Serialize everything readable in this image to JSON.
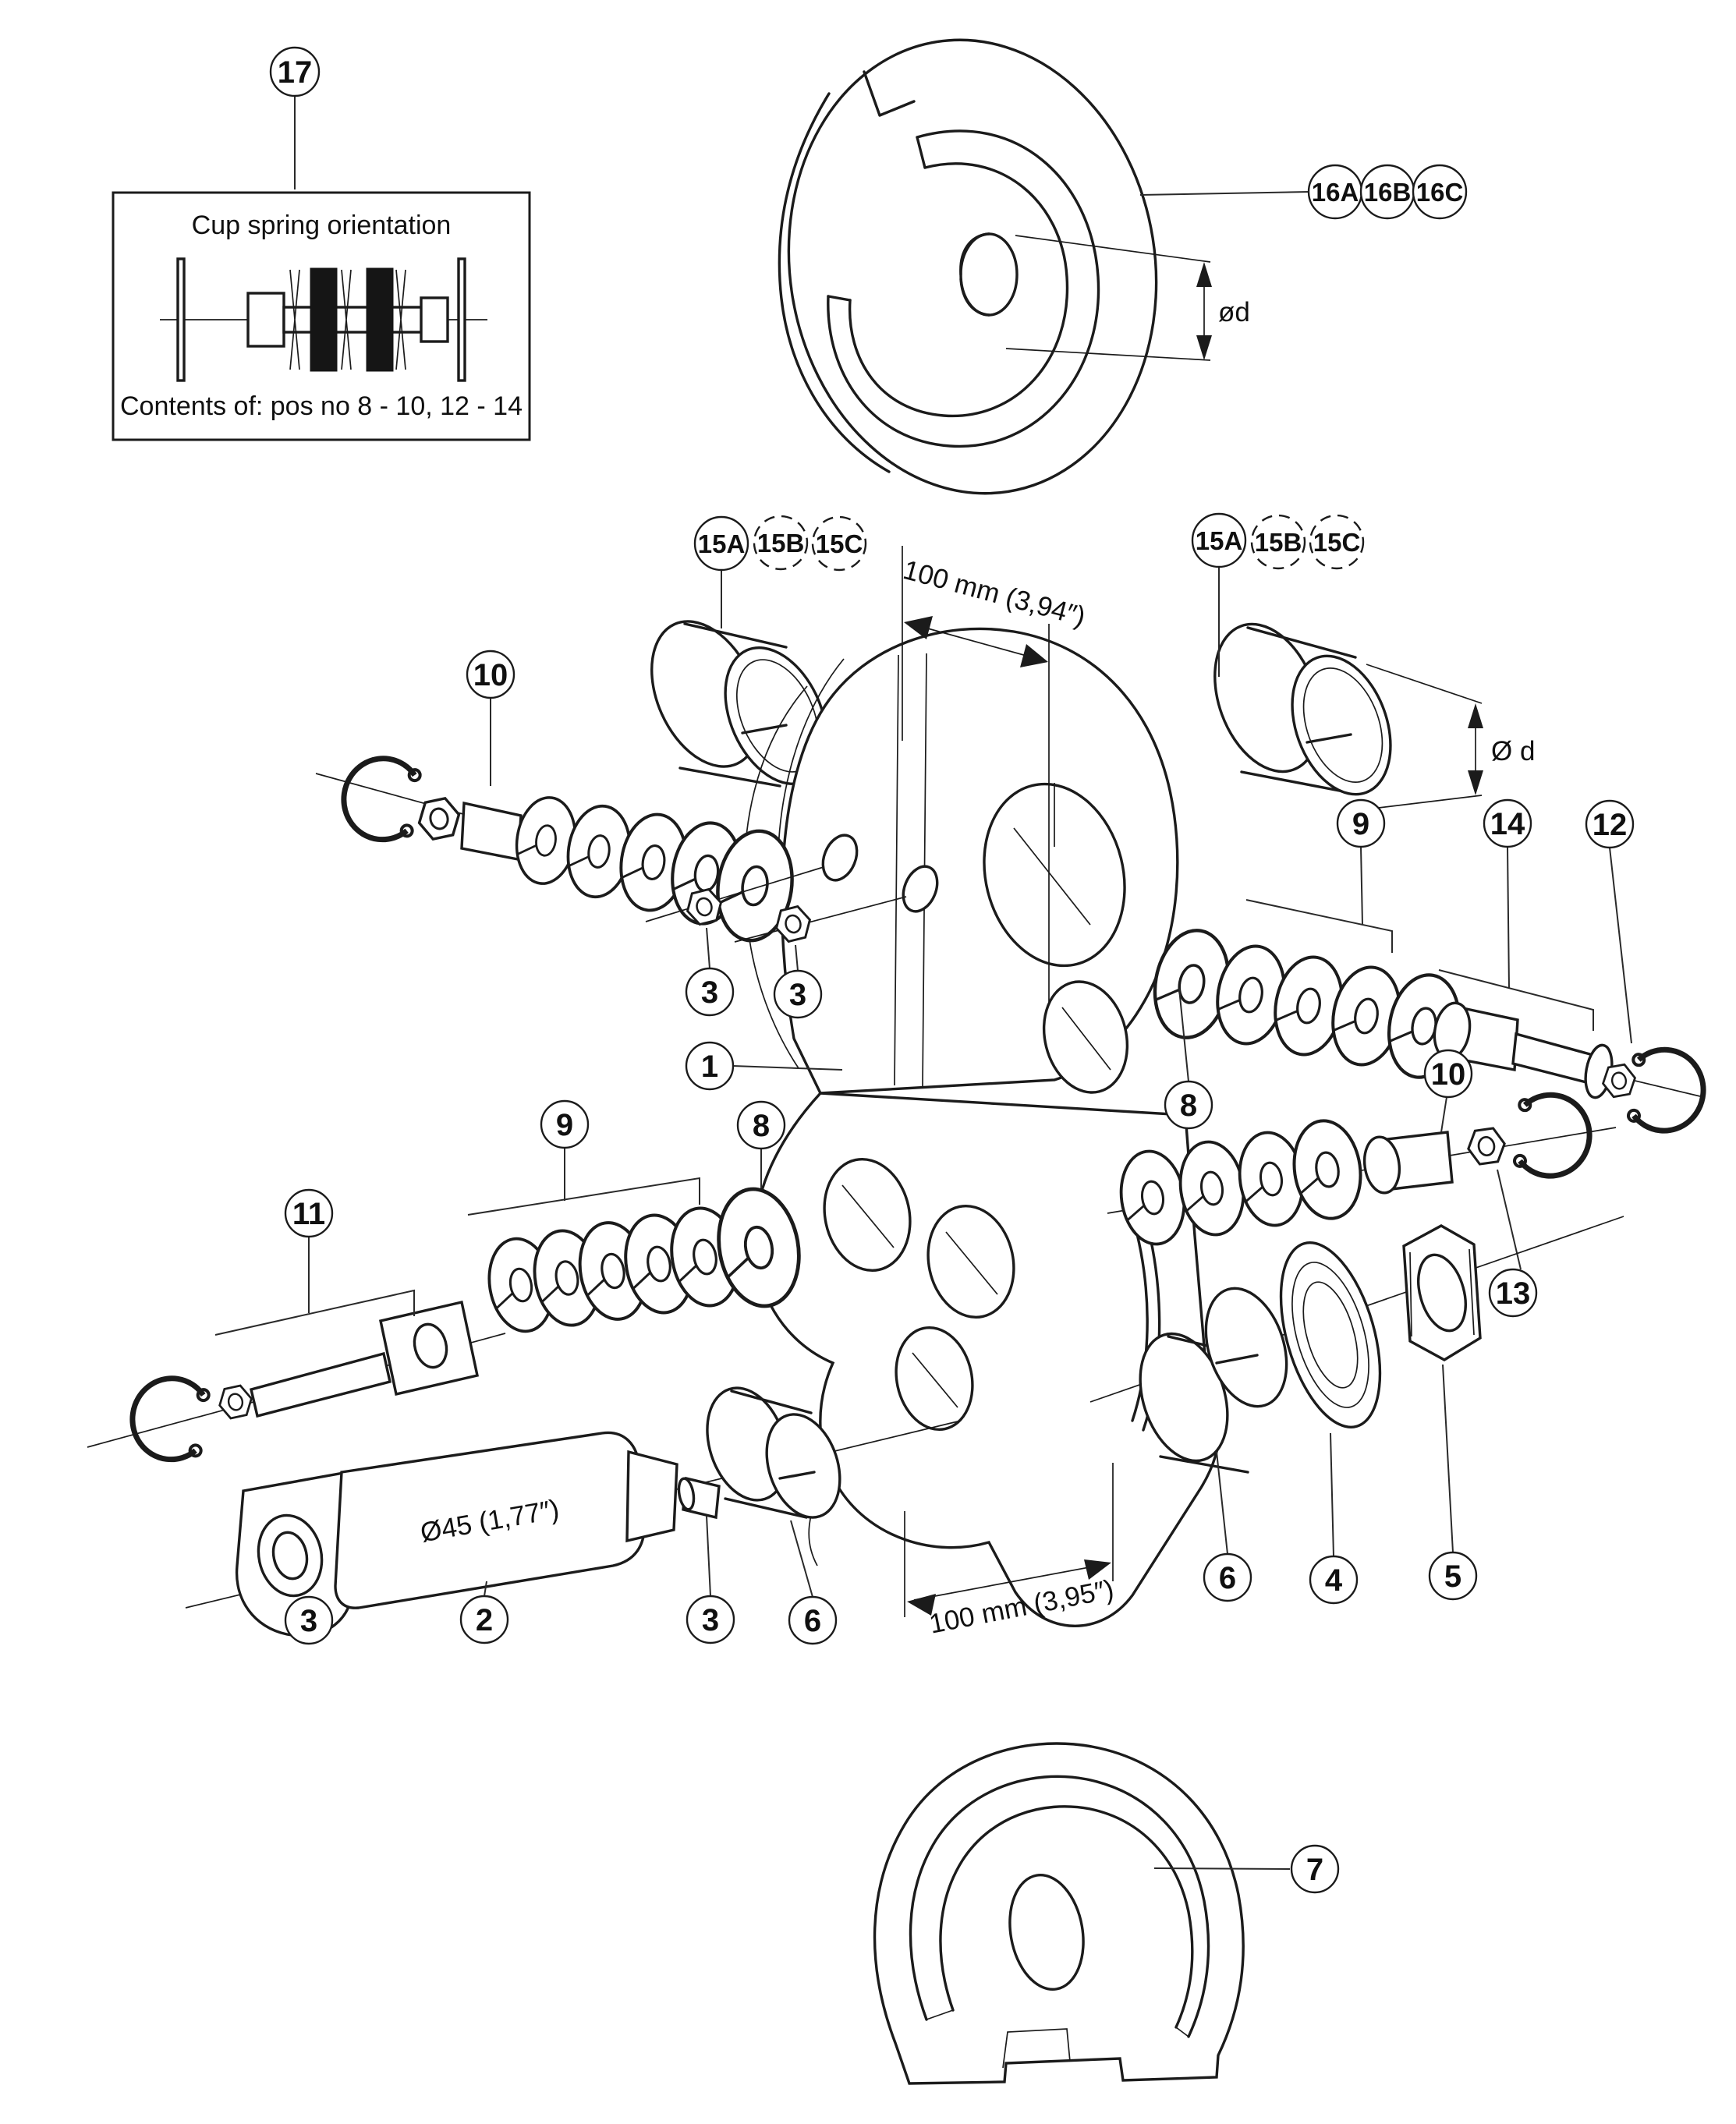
{
  "inset": {
    "balloon": "17",
    "title": "Cup spring orientation",
    "caption": "Contents of: pos no 8 - 10, 12 - 14"
  },
  "dims": {
    "disc_bore": "ød",
    "bushing_bore": "Ø d",
    "top_width": "100 mm (3,94″)",
    "bottom_width": "100 mm (3,95″)",
    "piston_dia": "Ø45 (1,77″)"
  },
  "callouts": {
    "n17": "17",
    "n16a": "16A",
    "n16b": "16B",
    "n16c": "16C",
    "n15a_l": "15A",
    "n15b_l": "15B",
    "n15c_l": "15C",
    "n15a_r": "15A",
    "n15b_r": "15B",
    "n15c_r": "15C",
    "n10_l": "10",
    "n3_a": "3",
    "n3_b": "3",
    "n1": "1",
    "n9_r": "9",
    "n14": "14",
    "n12": "12",
    "n8_r": "8",
    "n10_r": "10",
    "n13": "13",
    "n11": "11",
    "n9_l": "9",
    "n8_l": "8",
    "n3_c": "3",
    "n2": "2",
    "n3_d": "3",
    "n6_a": "6",
    "n6_b": "6",
    "n4": "4",
    "n5": "5",
    "n7": "7"
  }
}
